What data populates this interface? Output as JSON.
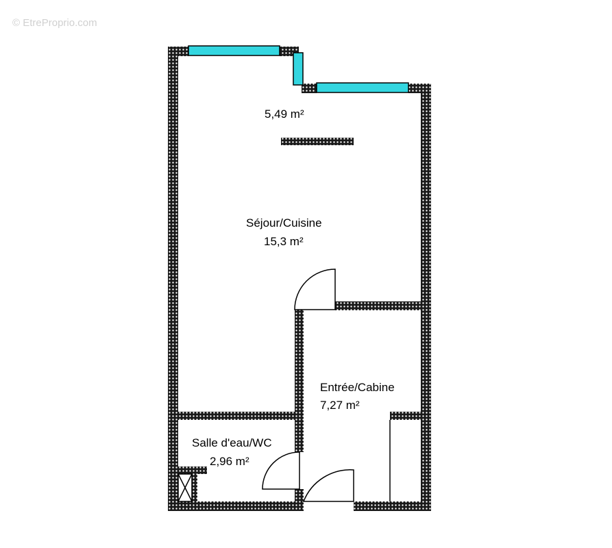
{
  "watermark": "© EtreProprio.com",
  "rooms": {
    "balcony": {
      "area": "5,49  m²"
    },
    "sejour": {
      "name": "Séjour/Cuisine",
      "area": "15,3  m²"
    },
    "entree": {
      "name": "Entrée/Cabine",
      "area": "7,27  m²"
    },
    "salle": {
      "name": "Salle d'eau/WC",
      "area": "2,96  m²"
    }
  },
  "colors": {
    "wall": "#1a1a1a",
    "wall_hatch": "#ffffff",
    "window": "#33d6e0"
  }
}
